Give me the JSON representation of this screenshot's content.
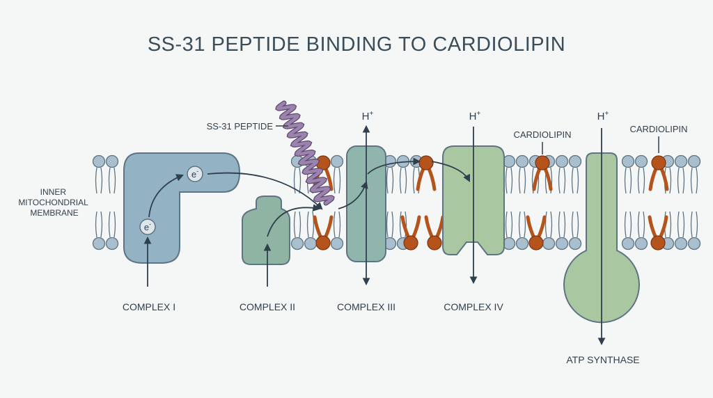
{
  "title": "SS-31 PEPTIDE BINDING TO CARDIOLIPIN",
  "membrane_label": [
    "INNER",
    "MITOCHONDRIAL",
    "MEMBRANE"
  ],
  "peptide_label": "SS-31 PEPTIDE",
  "cardiolipin_label": "CARDIOLIPIN",
  "proton_label": "H",
  "proton_charge": "+",
  "electron_label": "e",
  "electron_charge": "-",
  "complexes": {
    "c1": "COMPLEX I",
    "c2": "COMPLEX II",
    "c3": "COMPLEX III",
    "c4": "COMPLEX IV",
    "atp": "ATP SYNTHASE"
  },
  "colors": {
    "background": "#f4f7f6",
    "lipid_head": "#a9bfcd",
    "lipid_outline": "#5e7383",
    "cardiolipin": "#b5531d",
    "complex_1": "#93b2c4",
    "complex_2": "#8fb4a3",
    "complex_3": "#8fb5ac",
    "complex_4": "#a9c7a0",
    "atp_synthase": "#a9c7a0",
    "peptide": "#9b83ad",
    "arrow": "#2f3f4c"
  }
}
